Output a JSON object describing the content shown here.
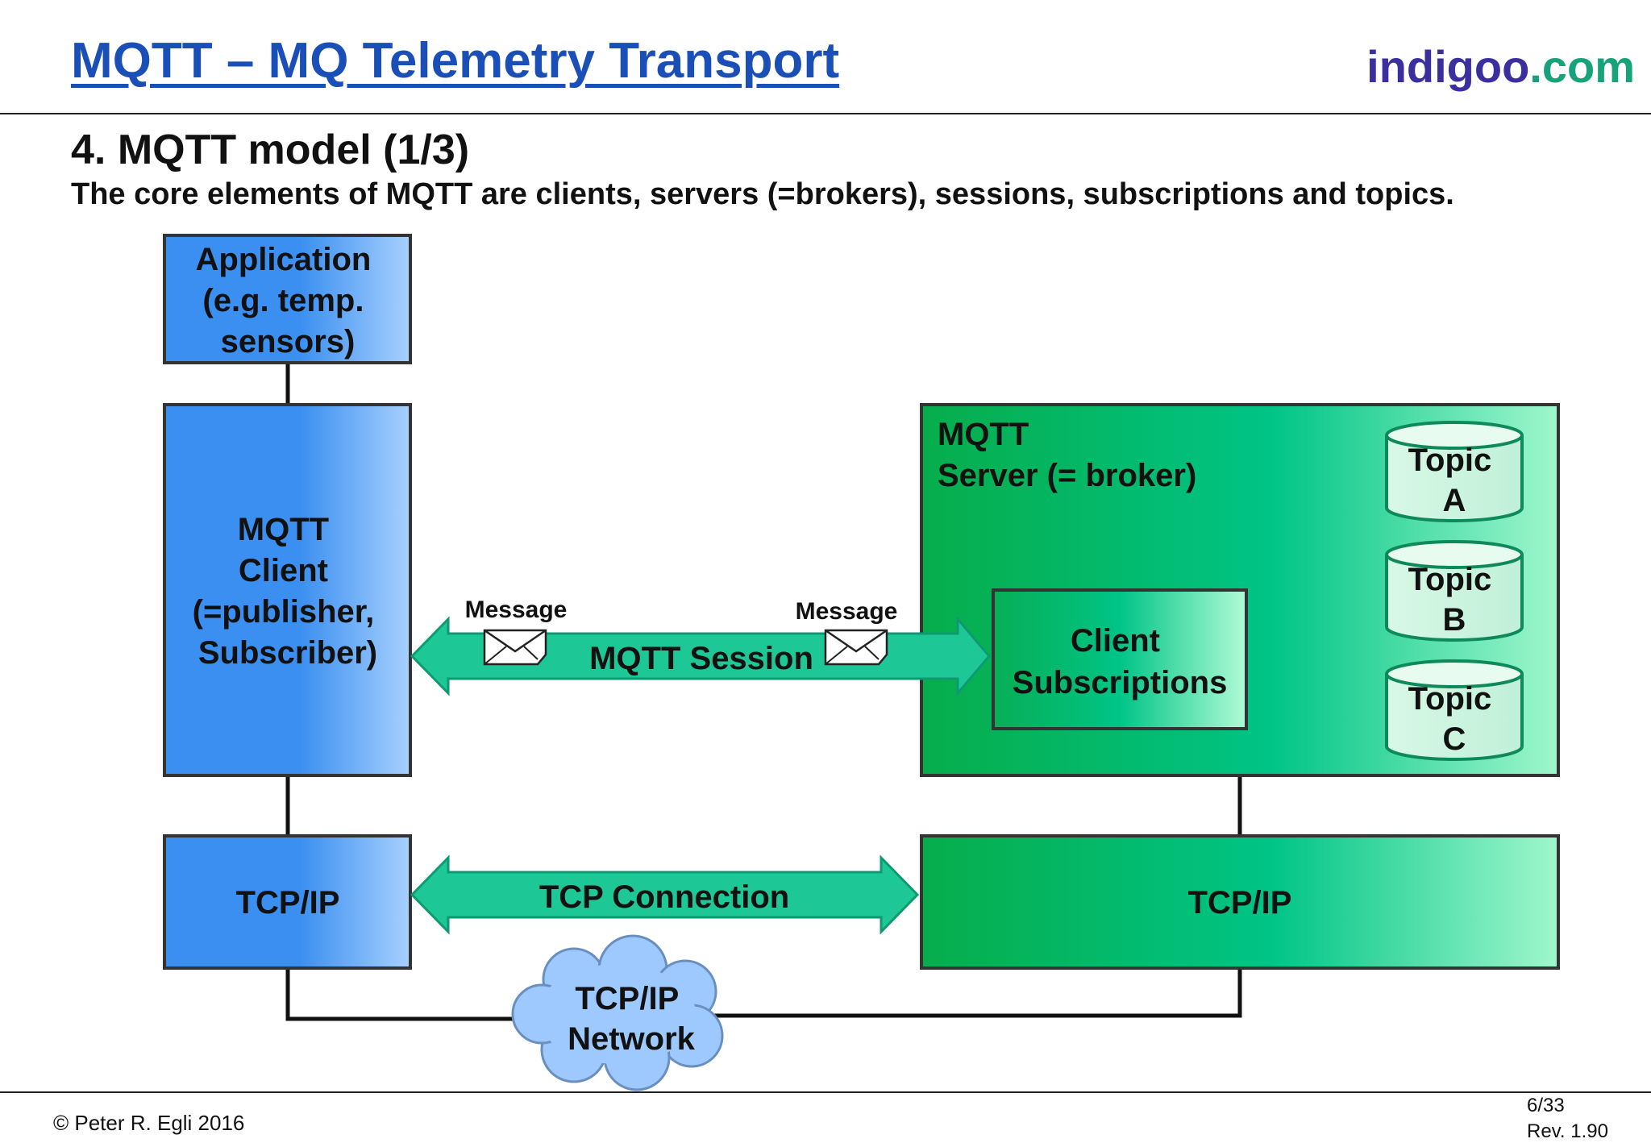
{
  "header": {
    "title": "MQTT – MQ Telemetry Transport",
    "brand_part1": "indigoo",
    "brand_part2": ".com"
  },
  "section": {
    "heading": "4. MQTT model (1/3)",
    "intro": "The core elements of MQTT are clients, servers (=brokers), sessions, subscriptions and topics."
  },
  "diagram": {
    "application": [
      "Application",
      "(e.g. temp.",
      "sensors)"
    ],
    "client": [
      "MQTT",
      "Client",
      "(=publisher,",
      "Subscriber)"
    ],
    "client_tcp": "TCP/IP",
    "server": [
      "MQTT",
      "Server (= broker)"
    ],
    "subscriptions": [
      "Client",
      "Subscriptions"
    ],
    "topics": [
      {
        "line1": "Topic",
        "line2": "A"
      },
      {
        "line1": "Topic",
        "line2": "B"
      },
      {
        "line1": "Topic",
        "line2": "C"
      }
    ],
    "server_tcp": "TCP/IP",
    "session_label": "MQTT Session",
    "message_left": "Message",
    "message_right": "Message",
    "tcp_connection": "TCP Connection",
    "network": [
      "TCP/IP",
      "Network"
    ]
  },
  "footer": {
    "copyright": "© Peter R. Egli 2016",
    "page": "6/33",
    "revision": "Rev. 1.90"
  },
  "colors": {
    "title_blue": "#1a4fb8",
    "brand_indigo": "#3b2fa0",
    "brand_teal": "#17a37a",
    "client_blue": "#3a8ff0",
    "server_green": "#07ad4b",
    "arrow_teal": "#1ec796"
  }
}
